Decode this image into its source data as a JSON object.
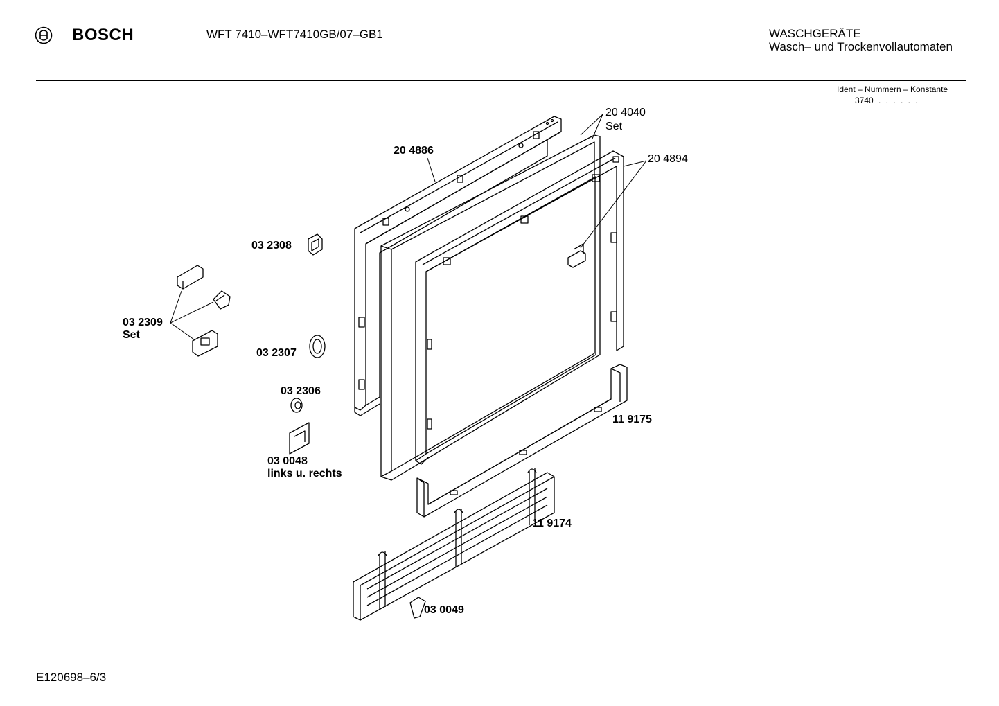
{
  "header": {
    "brand": "BOSCH",
    "model": "WFT 7410–WFT7410GB/07–GB1",
    "category_line1": "WASCHGERÄTE",
    "category_line2": "Wasch– und Trockenvollautomaten"
  },
  "ident": {
    "label": "Ident – Nummern – Konstante",
    "value": "3740",
    "dots": ". . . . . ."
  },
  "parts": {
    "p204040": "20 4040",
    "p204040_set": "Set",
    "p204886": "20 4886",
    "p204894": "20 4894",
    "p032308": "03 2308",
    "p032309": "03 2309",
    "p032309_set": "Set",
    "p032307": "03 2307",
    "p032306": "03 2306",
    "p030048": "03 0048",
    "p030048_note": "links u. rechts",
    "p119175": "11 9175",
    "p119174": "11 9174",
    "p030049": "03 0049"
  },
  "footer": {
    "code": "E120698–6/3"
  }
}
